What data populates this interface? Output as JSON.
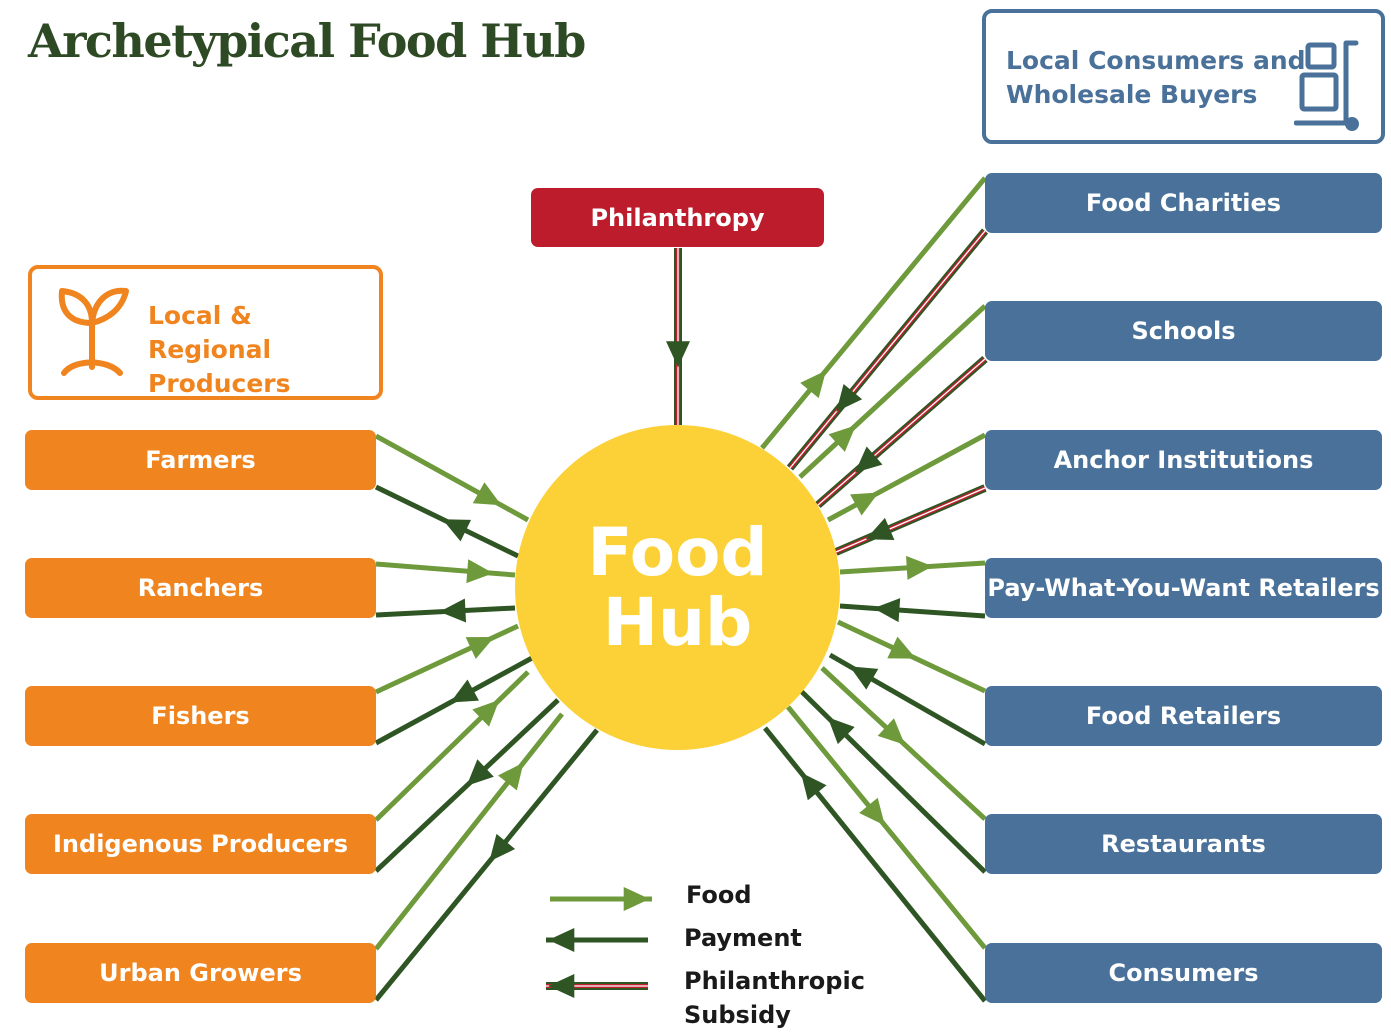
{
  "title": "Archetypical Food Hub",
  "hub": {
    "line1": "Food",
    "line2": "Hub",
    "color": "#fbd137"
  },
  "philanthropy": {
    "label": "Philanthropy",
    "color": "#bd1c2c"
  },
  "producers_group": {
    "label_line1": "Local & Regional",
    "label_line2": "Producers",
    "icon": "sprout-icon",
    "color": "#f0841e"
  },
  "consumers_group": {
    "label_line1": "Local Consumers and",
    "label_line2": "Wholesale Buyers",
    "icon": "hand-truck-icon",
    "color": "#4a7199"
  },
  "producers": [
    {
      "label": "Farmers"
    },
    {
      "label": "Ranchers"
    },
    {
      "label": "Fishers"
    },
    {
      "label": "Indigenous Producers"
    },
    {
      "label": "Urban Growers"
    }
  ],
  "consumers": [
    {
      "label": "Food Charities",
      "subsidy": true
    },
    {
      "label": "Schools",
      "subsidy": true
    },
    {
      "label": "Anchor Institutions",
      "subsidy": true
    },
    {
      "label": "Pay-What-You-Want Retailers",
      "subsidy": false
    },
    {
      "label": "Food Retailers",
      "subsidy": false
    },
    {
      "label": "Restaurants",
      "subsidy": false
    },
    {
      "label": "Consumers",
      "subsidy": false
    }
  ],
  "legend": {
    "food": "Food",
    "payment": "Payment",
    "subsidy_line1": "Philanthropic",
    "subsidy_line2": "Subsidy"
  },
  "colors": {
    "food": "#6e9a3c",
    "payment": "#2e5523",
    "subsidy": "#c0212f"
  }
}
